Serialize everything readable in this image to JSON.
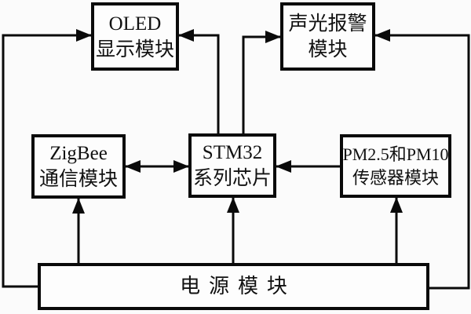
{
  "diagram": {
    "title": "STM32 dust-monitoring system block diagram",
    "background_color": "#fbfbfb",
    "line_color": "#0a0a0a",
    "box_fill": "#fdfdfd"
  },
  "boxes": {
    "oled": {
      "line1": "OLED",
      "line2": "显示模块"
    },
    "alarm": {
      "line1": "声光报警",
      "line2": "模块"
    },
    "zigbee": {
      "line1": "ZigBee",
      "line2": "通信模块"
    },
    "stm32": {
      "line1": "STM32",
      "line2": "系列芯片"
    },
    "sensor": {
      "line1": "PM2.5和PM10",
      "line2": "传感器模块"
    },
    "power": {
      "line1": "电源模块"
    }
  },
  "connections": [
    {
      "from": "power",
      "to": "oled",
      "type": "arrow"
    },
    {
      "from": "stm32",
      "to": "oled",
      "type": "arrow"
    },
    {
      "from": "stm32",
      "to": "alarm",
      "type": "arrow"
    },
    {
      "from": "power",
      "to": "alarm",
      "type": "arrow"
    },
    {
      "from": "zigbee",
      "to": "stm32",
      "type": "double-arrow"
    },
    {
      "from": "sensor",
      "to": "stm32",
      "type": "arrow"
    },
    {
      "from": "power",
      "to": "zigbee",
      "type": "arrow"
    },
    {
      "from": "power",
      "to": "stm32",
      "type": "arrow"
    },
    {
      "from": "power",
      "to": "sensor",
      "type": "arrow"
    }
  ]
}
